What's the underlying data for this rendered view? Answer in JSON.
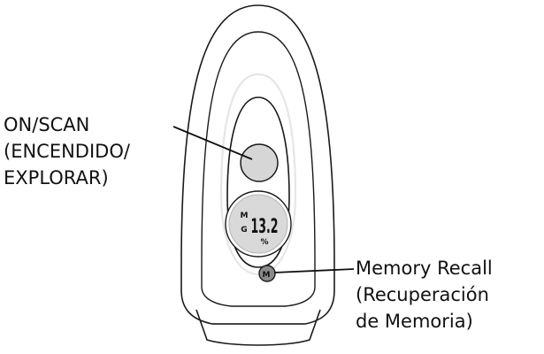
{
  "device": {
    "display": {
      "reading": "13.2",
      "unit": "%",
      "mode_top": "M",
      "mode_bottom": "G"
    },
    "memory_button_glyph": "M",
    "scan_button_icon": "circle-button-icon"
  },
  "callouts": {
    "scan": {
      "line1": "ON/SCAN",
      "line2": "(ENCENDIDO/",
      "line3": "EXPLORAR)"
    },
    "memory": {
      "line1": "Memory Recall",
      "line2": "(Recuperación",
      "line3": "de Memoria)"
    }
  },
  "colors": {
    "outline": "#1a1a1a",
    "lcd_fill": "#d9d9d9",
    "lcd_ring": "#b5b5b5",
    "button_fill": "#d6d6d6",
    "inner_ring": "#e6e6e6"
  }
}
